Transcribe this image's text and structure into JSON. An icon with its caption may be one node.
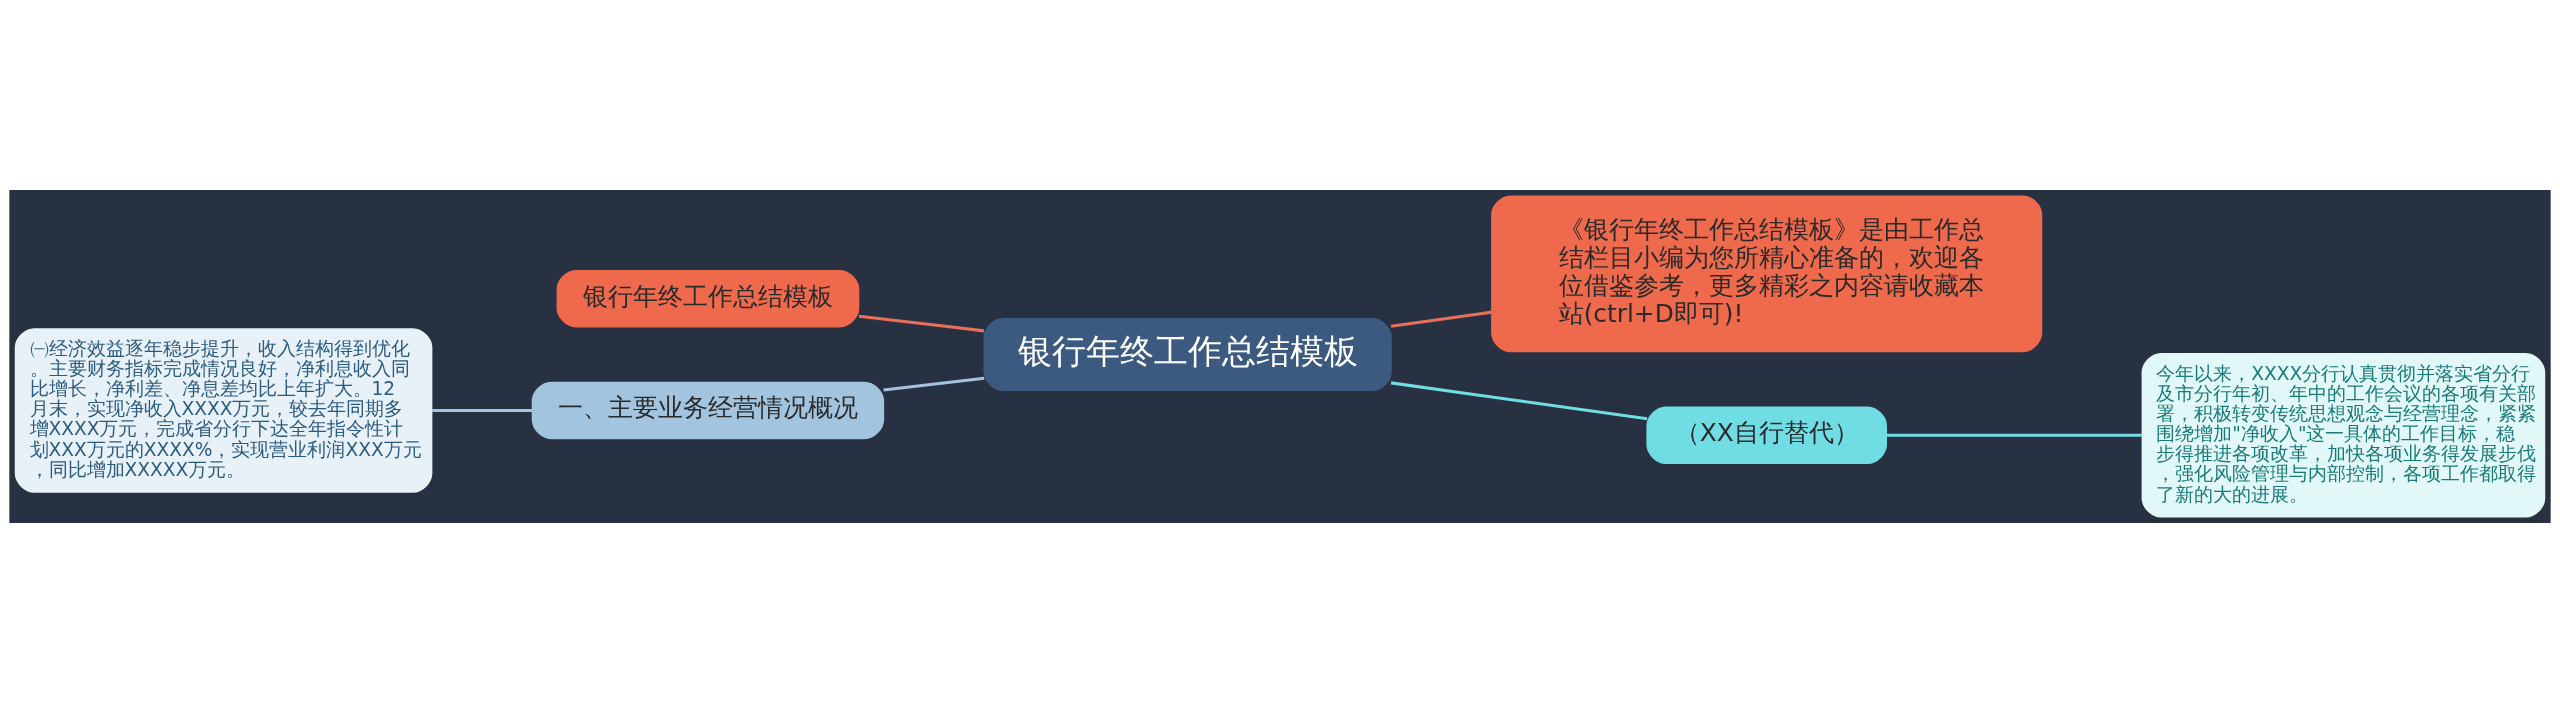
{
  "diagram": {
    "nodes": [
      {
        "text": [
          "银行年终工作总结模板"
        ]
      },
      {
        "text": [
          "银行年终工作总结模板"
        ]
      },
      {
        "text": [
          "《银行年终工作总结模板》是由工作总结栏目小编为您所精心准备的，欢迎各位借鉴参考，更多精彩之内容请收藏本站(ctrl+D即可)!"
        ]
      },
      {
        "text": [
          "一、主要业务经营情况概况"
        ]
      },
      {
        "text": [
          "㈠经济效益逐年稳步提升，收入结构得到优化。主要财务指标完成情况良好，净利息收入同比增长，净利差、净息差均比上年扩大。12月末，实现净收入XXXX万元，较去年同期多增XXXX万元，完成省分行下达全年指令性计划XXX万元的XXXX%，实现营业利润XXX万元，同比增加XXXXX万元。"
        ]
      },
      {
        "text": [
          "（XX自行替代）"
        ]
      },
      {
        "text": [
          "今年以来，XXXX分行认真贯彻并落实省分行及市分行年初、年中的工作会议的各项有关部署，积极转变传统思想观念与经营理念，紧紧围绕增加\"净收入\"这一具体的工作目标，稳步得推进各项改革，加快各项业务得发展步伐，强化风险管理与内部控制，各项工作都取得了新的大的进展。"
        ]
      }
    ],
    "edges": [
      {
        "from": 0,
        "to": 1,
        "arrow": "none",
        "color": "#e8705a"
      },
      {
        "from": 0,
        "to": 2,
        "arrow": "none",
        "color": "#e8705a"
      },
      {
        "from": 0,
        "to": 3,
        "arrow": "none",
        "color": "#a3c4de"
      },
      {
        "from": 3,
        "to": 4,
        "arrow": "none",
        "color": "#a3c4de"
      },
      {
        "from": 0,
        "to": 5,
        "arrow": "none",
        "color": "#6fdde3"
      },
      {
        "from": 5,
        "to": 6,
        "arrow": "none",
        "color": "#6fdde3"
      }
    ]
  }
}
